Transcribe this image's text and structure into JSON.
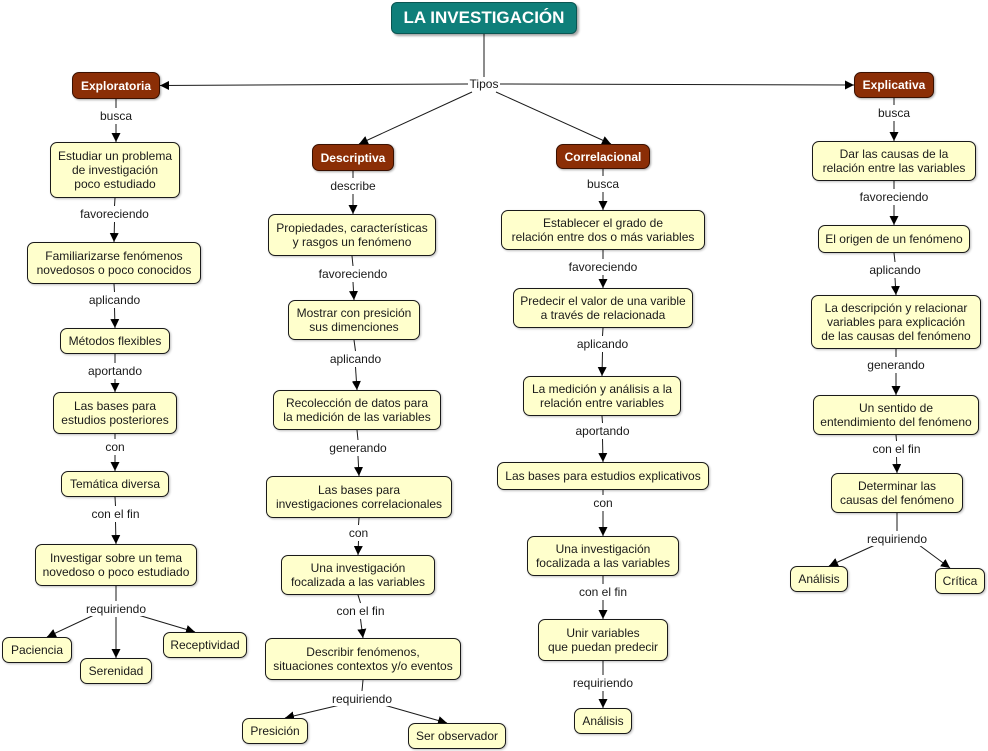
{
  "title": "LA INVESTIGACIÓN",
  "colors": {
    "root_fill": "#0f7f7a",
    "type_fill": "#8b2e06",
    "concept_fill": "#ffffcc",
    "line": "#1a1a1a"
  },
  "hub_label": "Tipos",
  "types": [
    {
      "name": "Exploratoria",
      "first_link": "busca",
      "chain": [
        {
          "concept": "Estudiar un problema\nde investigación\npoco estudiado",
          "link_out": "favoreciendo"
        },
        {
          "concept": "Familiarizarse fenómenos\nnovedosos o poco conocidos",
          "link_out": "aplicando"
        },
        {
          "concept": "Métodos flexibles",
          "link_out": "aportando"
        },
        {
          "concept": "Las bases para\nestudios posteriores",
          "link_out": "con"
        },
        {
          "concept": "Temática diversa",
          "link_out": "con el fin"
        },
        {
          "concept": "Investigar sobre un tema\nnovedoso o poco estudiado",
          "link_out": "requiriendo"
        }
      ],
      "leaves": [
        "Paciencia",
        "Serenidad",
        "Receptividad"
      ]
    },
    {
      "name": "Descriptiva",
      "first_link": "describe",
      "chain": [
        {
          "concept": "Propiedades, características\ny rasgos un fenómeno",
          "link_out": "favoreciendo"
        },
        {
          "concept": "Mostrar con presición\nsus dimenciones",
          "link_out": "aplicando"
        },
        {
          "concept": "Recolección de datos para\nla medición de las variables",
          "link_out": "generando"
        },
        {
          "concept": "Las bases para\ninvestigaciones correlacionales",
          "link_out": "con"
        },
        {
          "concept": "Una investigación\nfocalizada a las variables",
          "link_out": "con el fin"
        },
        {
          "concept": "Describir fenómenos,\nsituaciones contextos y/o eventos",
          "link_out": "requiriendo"
        }
      ],
      "leaves": [
        "Presición",
        "Ser observador"
      ]
    },
    {
      "name": "Correlacional",
      "first_link": "busca",
      "chain": [
        {
          "concept": "Establecer el grado de\nrelación entre dos o más variables",
          "link_out": "favoreciendo"
        },
        {
          "concept": "Predecir el valor de una varible\na través de relacionada",
          "link_out": "aplicando"
        },
        {
          "concept": "La medición y análisis a la\nrelación entre variables",
          "link_out": "aportando"
        },
        {
          "concept": "Las bases para estudios explicativos",
          "link_out": "con"
        },
        {
          "concept": "Una investigación\nfocalizada a las variables",
          "link_out": "con el fin"
        },
        {
          "concept": "Unir variables\nque puedan predecir",
          "link_out": "requiriendo"
        }
      ],
      "leaves": [
        "Análisis"
      ]
    },
    {
      "name": "Explicativa",
      "first_link": "busca",
      "chain": [
        {
          "concept": "Dar las causas de la\nrelación entre las variables",
          "link_out": "favoreciendo"
        },
        {
          "concept": "El origen de un fenómeno",
          "link_out": "aplicando"
        },
        {
          "concept": "La descripción y relacionar\nvariables para explicación\nde las causas del fenómeno",
          "link_out": "generando"
        },
        {
          "concept": "Un sentido de\nentendimiento del fenómeno",
          "link_out": "con el fin"
        },
        {
          "concept": "Determinar las\ncausas del fenómeno",
          "link_out": "requiriendo"
        }
      ],
      "leaves": [
        "Análisis",
        "Crítica"
      ]
    }
  ]
}
